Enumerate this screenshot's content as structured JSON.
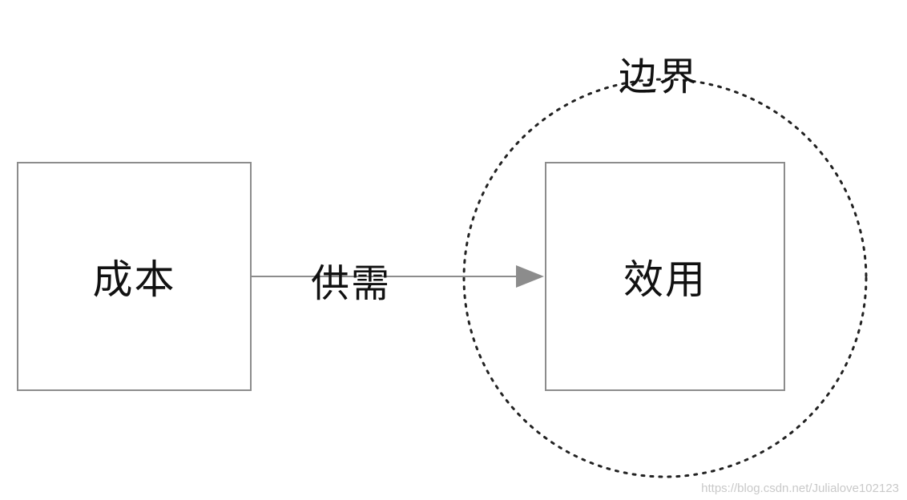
{
  "nodes": {
    "cost": {
      "label": "成本"
    },
    "utility": {
      "label": "效用"
    }
  },
  "edge": {
    "label": "供需"
  },
  "boundary": {
    "label": "边界"
  },
  "watermark": {
    "text": "https://blog.csdn.net/Julialove102123"
  },
  "colors": {
    "stroke": "#8c8c8c",
    "text": "#111111",
    "dotted": "#222222",
    "watermark": "#c9c9c9"
  }
}
